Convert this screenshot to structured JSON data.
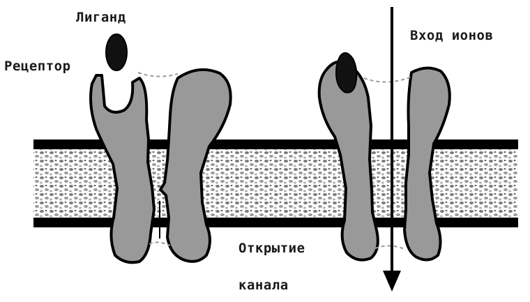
{
  "labels": {
    "ligand": "Лиганд",
    "receptor": "Рецептор",
    "ion_entry": "Вход ионов",
    "channel_opening_line1": "Открытие",
    "channel_opening_line2": "канала"
  },
  "colors": {
    "protein": "#999999",
    "outline": "#000000",
    "membrane_fill": "#d9d9d9",
    "ligand": "#111111",
    "background": "#ffffff"
  },
  "icons": {
    "ion_arrow": "arrow-down-icon"
  }
}
